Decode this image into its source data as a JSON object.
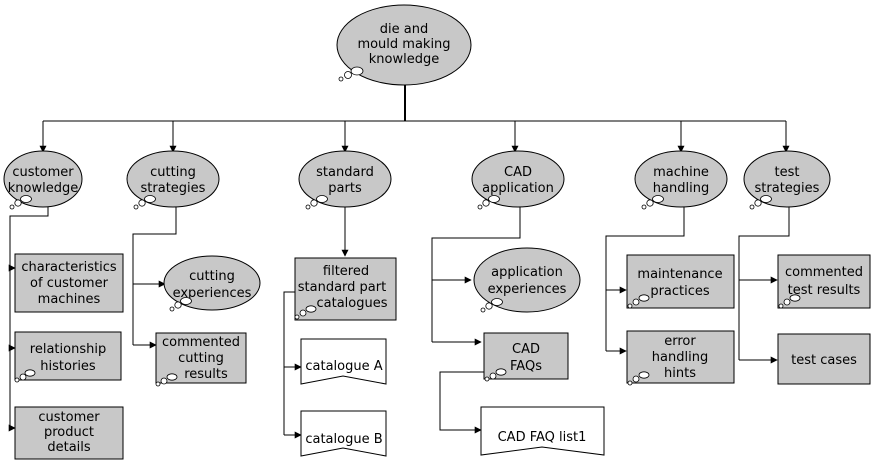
{
  "diagram": {
    "root": {
      "lines": [
        "die and",
        "mould making",
        "knowledge"
      ]
    },
    "categories": [
      {
        "key": "customer",
        "lines": [
          "customer",
          "knowledge"
        ]
      },
      {
        "key": "cutting",
        "lines": [
          "cutting",
          "strategies"
        ]
      },
      {
        "key": "standard",
        "lines": [
          "standard",
          "parts"
        ]
      },
      {
        "key": "cad",
        "lines": [
          "CAD",
          "application"
        ]
      },
      {
        "key": "machine",
        "lines": [
          "machine",
          "handling"
        ]
      },
      {
        "key": "test",
        "lines": [
          "test",
          "strategies"
        ]
      }
    ],
    "customer_items": [
      {
        "lines": [
          "characteristics",
          "of customer",
          "machines"
        ]
      },
      {
        "lines": [
          "relationship",
          "histories"
        ]
      },
      {
        "lines": [
          "customer",
          "product",
          "details"
        ]
      }
    ],
    "cutting_items": [
      {
        "lines": [
          "cutting",
          "experiences"
        ]
      },
      {
        "lines": [
          "commented",
          "cutting",
          "results"
        ]
      }
    ],
    "standard_items": [
      {
        "lines": [
          "filtered",
          "standard part",
          "catalogues"
        ]
      },
      {
        "lines": [
          "catalogue A"
        ]
      },
      {
        "lines": [
          "catalogue B"
        ]
      }
    ],
    "cad_items": [
      {
        "lines": [
          "application",
          "experiences"
        ]
      },
      {
        "lines": [
          "CAD",
          "FAQs"
        ]
      },
      {
        "lines": [
          "CAD FAQ list1"
        ]
      }
    ],
    "machine_items": [
      {
        "lines": [
          "maintenance",
          "practices"
        ]
      },
      {
        "lines": [
          "error",
          "handling",
          "hints"
        ]
      }
    ],
    "test_items": [
      {
        "lines": [
          "commented",
          "test results"
        ]
      },
      {
        "lines": [
          "test cases"
        ]
      }
    ]
  }
}
